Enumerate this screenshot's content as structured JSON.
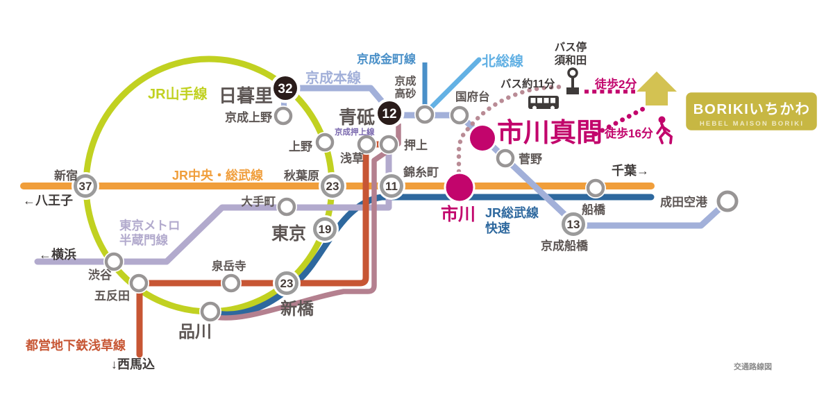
{
  "brand": {
    "title": "BORIKIいちかわ",
    "subtitle": "HEBEL MAISON BORIKI",
    "box_color": "#c7b743"
  },
  "route": {
    "bus_stop_line1": "バス停",
    "bus_stop_line2": "須和田",
    "bus_time": "バス約11分",
    "walk_from_bus": "徒歩2分",
    "walk_from_station": "徒歩16分"
  },
  "lines": {
    "yamanote": {
      "name": "JR山手線",
      "color": "#c1d121"
    },
    "chuo_sobu": {
      "name": "JR中央・総武線",
      "color": "#f09e3b"
    },
    "sobu_rapid": {
      "name1": "JR総武線",
      "name2": "快速",
      "color": "#2e689e"
    },
    "keisei_main": {
      "name": "京成本線",
      "color": "#a2b0d9"
    },
    "keisei_kanamachi": {
      "name": "京成金町線",
      "color": "#4a90c8"
    },
    "hokuso": {
      "name": "北総線",
      "color": "#63b1e4"
    },
    "keisei_oshiage": {
      "name": "京成押上線",
      "color": "#7a68ae"
    },
    "hanzomon": {
      "name1": "東京メトロ",
      "name2": "半蔵門線",
      "color": "#b2aacd"
    },
    "toei_asakusa": {
      "name": "都営地下鉄浅草線",
      "color": "#c75634"
    },
    "through_mauve": {
      "color": "#b4808f"
    }
  },
  "directions": {
    "hachioji": "←八王子",
    "yokohama": "←横浜",
    "nishi_magome": "↓西馬込",
    "chiba": "千葉→"
  },
  "stations": {
    "shinjuku": "新宿",
    "nippori": "日暮里",
    "keisei_ueno": "京成上野",
    "ueno": "上野",
    "akihabara": "秋葉原",
    "otemachi": "大手町",
    "asakusa": "浅草",
    "oshiage": "押上",
    "kinshicho": "錦糸町",
    "tokyo": "東京",
    "shibuya": "渋谷",
    "gotanda": "五反田",
    "sengakuji": "泉岳寺",
    "shimbashi": "新橋",
    "shinagawa": "品川",
    "aoto": "青砥",
    "takasago_line1": "京成",
    "takasago_line2": "高砂",
    "konodai": "国府台",
    "sugano": "菅野",
    "funabashi": "船橋",
    "keisei_funabashi": "京成船橋",
    "narita_airport": "成田空港",
    "ichikawamama": "市川真間",
    "ichikawa": "市川"
  },
  "badges": {
    "shinjuku": "37",
    "nippori": "32",
    "aoto": "12",
    "akihabara": "23",
    "kinshicho": "11",
    "tokyo": "19",
    "shimbashi": "23",
    "keisei_funabashi": "13"
  },
  "colors": {
    "accent_magenta": "#c2056c",
    "station_gray": "#5d5654",
    "dark_text": "#3e3a39",
    "house_yellow": "#d3c252"
  },
  "footer": {
    "caption": "交通路線図"
  }
}
